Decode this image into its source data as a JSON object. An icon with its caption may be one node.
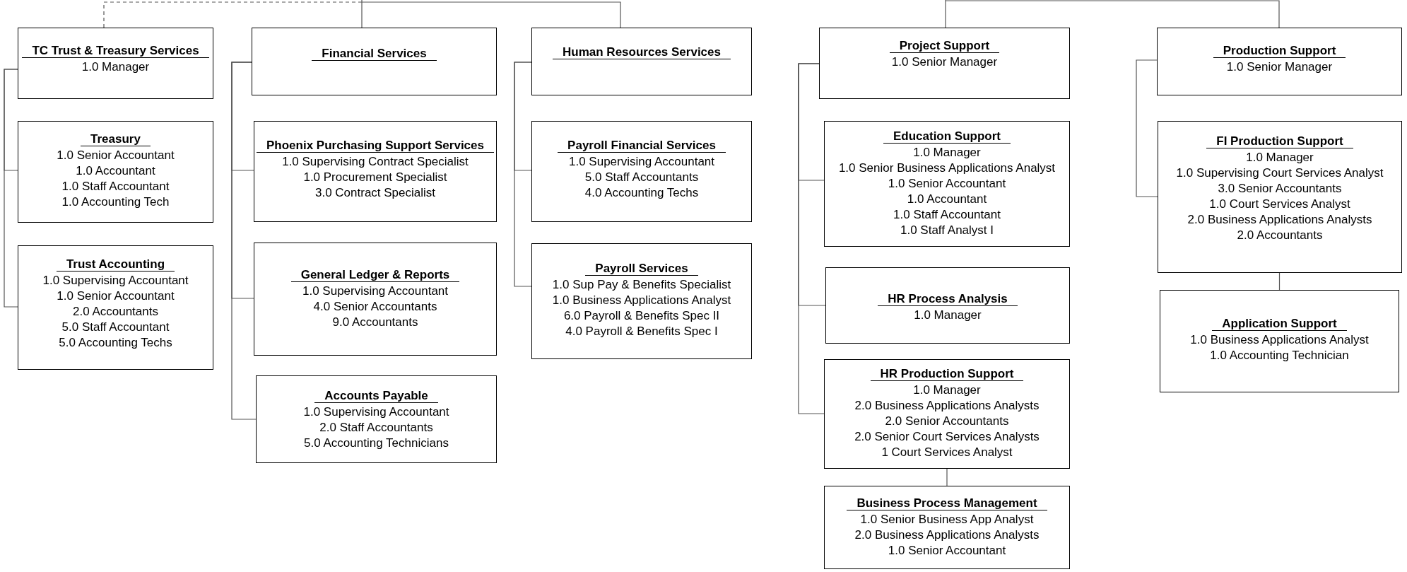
{
  "diagram": {
    "nodes": [
      {
        "text": [
          "TC Trust & Treasury Services",
          "1.0 Manager"
        ]
      },
      {
        "text": [
          "Treasury",
          "1.0 Senior Accountant",
          "1.0 Accountant",
          "1.0 Staff Accountant",
          "1.0 Accounting Tech"
        ]
      },
      {
        "text": [
          "Trust Accounting",
          "1.0 Supervising Accountant",
          "1.0 Senior Accountant",
          "2.0 Accountants",
          "5.0 Staff Accountant",
          "5.0 Accounting Techs"
        ]
      },
      {
        "text": [
          "Financial Services"
        ]
      },
      {
        "text": [
          "Phoenix Purchasing Support Services",
          "1.0 Supervising Contract Specialist",
          "1.0 Procurement Specialist",
          "3.0 Contract Specialist"
        ]
      },
      {
        "text": [
          "General Ledger & Reports",
          "1.0 Supervising Accountant",
          "4.0 Senior Accountants",
          "9.0 Accountants"
        ]
      },
      {
        "text": [
          "Accounts Payable",
          "1.0 Supervising Accountant",
          "2.0 Staff Accountants",
          "5.0 Accounting Technicians"
        ]
      },
      {
        "text": [
          "Human Resources Services"
        ]
      },
      {
        "text": [
          "Payroll Financial Services",
          "1.0 Supervising Accountant",
          "5.0 Staff Accountants",
          "4.0 Accounting Techs"
        ]
      },
      {
        "text": [
          "Payroll Services",
          "1.0 Sup Pay & Benefits Specialist",
          "1.0 Business Applications Analyst",
          "6.0 Payroll & Benefits Spec II",
          "4.0 Payroll & Benefits Spec I"
        ]
      },
      {
        "text": [
          "Project Support",
          "1.0 Senior Manager"
        ]
      },
      {
        "text": [
          "Education Support",
          "1.0 Manager",
          "1.0 Senior Business Applications Analyst",
          "1.0 Senior Accountant",
          "1.0 Accountant",
          "1.0 Staff Accountant",
          "1.0 Staff Analyst I"
        ]
      },
      {
        "text": [
          "HR Process Analysis",
          "1.0 Manager"
        ]
      },
      {
        "text": [
          "HR Production Support",
          "1.0 Manager",
          "2.0 Business Applications Analysts",
          "2.0 Senior Accountants",
          "2.0 Senior Court Services Analysts",
          "1 Court Services Analyst"
        ]
      },
      {
        "text": [
          "Business Process Management",
          "1.0 Senior Business App Analyst",
          "2.0 Business Applications Analysts",
          "1.0 Senior Accountant"
        ]
      },
      {
        "text": [
          "Production Support",
          "1.0 Senior Manager"
        ]
      },
      {
        "text": [
          "FI Production Support",
          "1.0 Manager",
          "1.0 Supervising Court Services Analyst",
          "3.0 Senior Accountants",
          "1.0 Court Services Analyst",
          "2.0 Business Applications Analysts",
          "2.0 Accountants"
        ]
      },
      {
        "text": [
          "Application Support",
          "1.0 Business Applications Analyst",
          "1.0 Accounting Technician"
        ]
      }
    ],
    "edges": [
      {
        "from": null,
        "to": 0,
        "arrow": "none",
        "style": "dashed"
      },
      {
        "from": null,
        "to": 3,
        "arrow": "none"
      },
      {
        "from": null,
        "to": 7,
        "arrow": "none"
      },
      {
        "from": 0,
        "to": 1,
        "arrow": "none"
      },
      {
        "from": 0,
        "to": 2,
        "arrow": "none"
      },
      {
        "from": 3,
        "to": 4,
        "arrow": "none"
      },
      {
        "from": 3,
        "to": 5,
        "arrow": "none"
      },
      {
        "from": 3,
        "to": 6,
        "arrow": "none"
      },
      {
        "from": 7,
        "to": 8,
        "arrow": "none"
      },
      {
        "from": 7,
        "to": 9,
        "arrow": "none"
      },
      {
        "from": null,
        "to": 10,
        "arrow": "none"
      },
      {
        "from": null,
        "to": 15,
        "arrow": "none"
      },
      {
        "from": 10,
        "to": 11,
        "arrow": "none"
      },
      {
        "from": 10,
        "to": 12,
        "arrow": "none"
      },
      {
        "from": 10,
        "to": 13,
        "arrow": "none"
      },
      {
        "from": 13,
        "to": 14,
        "arrow": "none"
      },
      {
        "from": 15,
        "to": 16,
        "arrow": "none"
      },
      {
        "from": 16,
        "to": 17,
        "arrow": "none"
      }
    ]
  }
}
